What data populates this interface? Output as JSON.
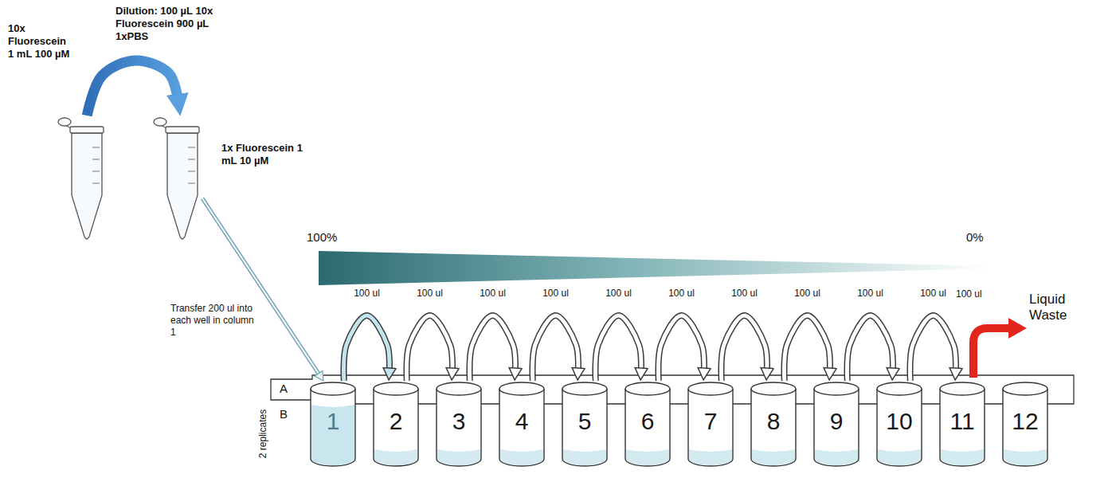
{
  "diagram": {
    "nodes": [
      {
        "text": [
          "10x Fluorescein 1 mL 100 µM"
        ]
      },
      {
        "text": [
          "1x Fluorescein 1 mL 10 µM"
        ]
      },
      {
        "text": [
          "1"
        ]
      },
      {
        "text": [
          "2"
        ]
      },
      {
        "text": [
          "3"
        ]
      },
      {
        "text": [
          "4"
        ]
      },
      {
        "text": [
          "5"
        ]
      },
      {
        "text": [
          "6"
        ]
      },
      {
        "text": [
          "7"
        ]
      },
      {
        "text": [
          "8"
        ]
      },
      {
        "text": [
          "9"
        ]
      },
      {
        "text": [
          "10"
        ]
      },
      {
        "text": [
          "11"
        ]
      },
      {
        "text": [
          "12"
        ]
      }
    ],
    "edges": [
      {
        "from": 0,
        "to": 1,
        "arrow": "to",
        "label": "Dilution: 100 µL 10x Fluorescein 900 µL 1xPBS"
      },
      {
        "from": 1,
        "to": 2,
        "arrow": "to",
        "label": "Transfer 200 ul into each well in column 1"
      },
      {
        "from": 2,
        "to": 3,
        "arrow": "to",
        "label": "100 ul"
      },
      {
        "from": 3,
        "to": 4,
        "arrow": "to",
        "label": "100 ul"
      },
      {
        "from": 4,
        "to": 5,
        "arrow": "to",
        "label": "100 ul"
      },
      {
        "from": 5,
        "to": 6,
        "arrow": "to",
        "label": "100 ul"
      },
      {
        "from": 6,
        "to": 7,
        "arrow": "to",
        "label": "100 ul"
      },
      {
        "from": 7,
        "to": 8,
        "arrow": "to",
        "label": "100 ul"
      },
      {
        "from": 8,
        "to": 9,
        "arrow": "to",
        "label": "100 ul"
      },
      {
        "from": 9,
        "to": 10,
        "arrow": "to",
        "label": "100 ul"
      },
      {
        "from": 10,
        "to": 11,
        "arrow": "to",
        "label": "100 ul"
      },
      {
        "from": 11,
        "to": 12,
        "arrow": "to",
        "label": "100 ul"
      }
    ],
    "labels": [
      "100%",
      "0%",
      "100 ul",
      "Liquid Waste",
      "A",
      "B",
      "2 replicates"
    ]
  }
}
